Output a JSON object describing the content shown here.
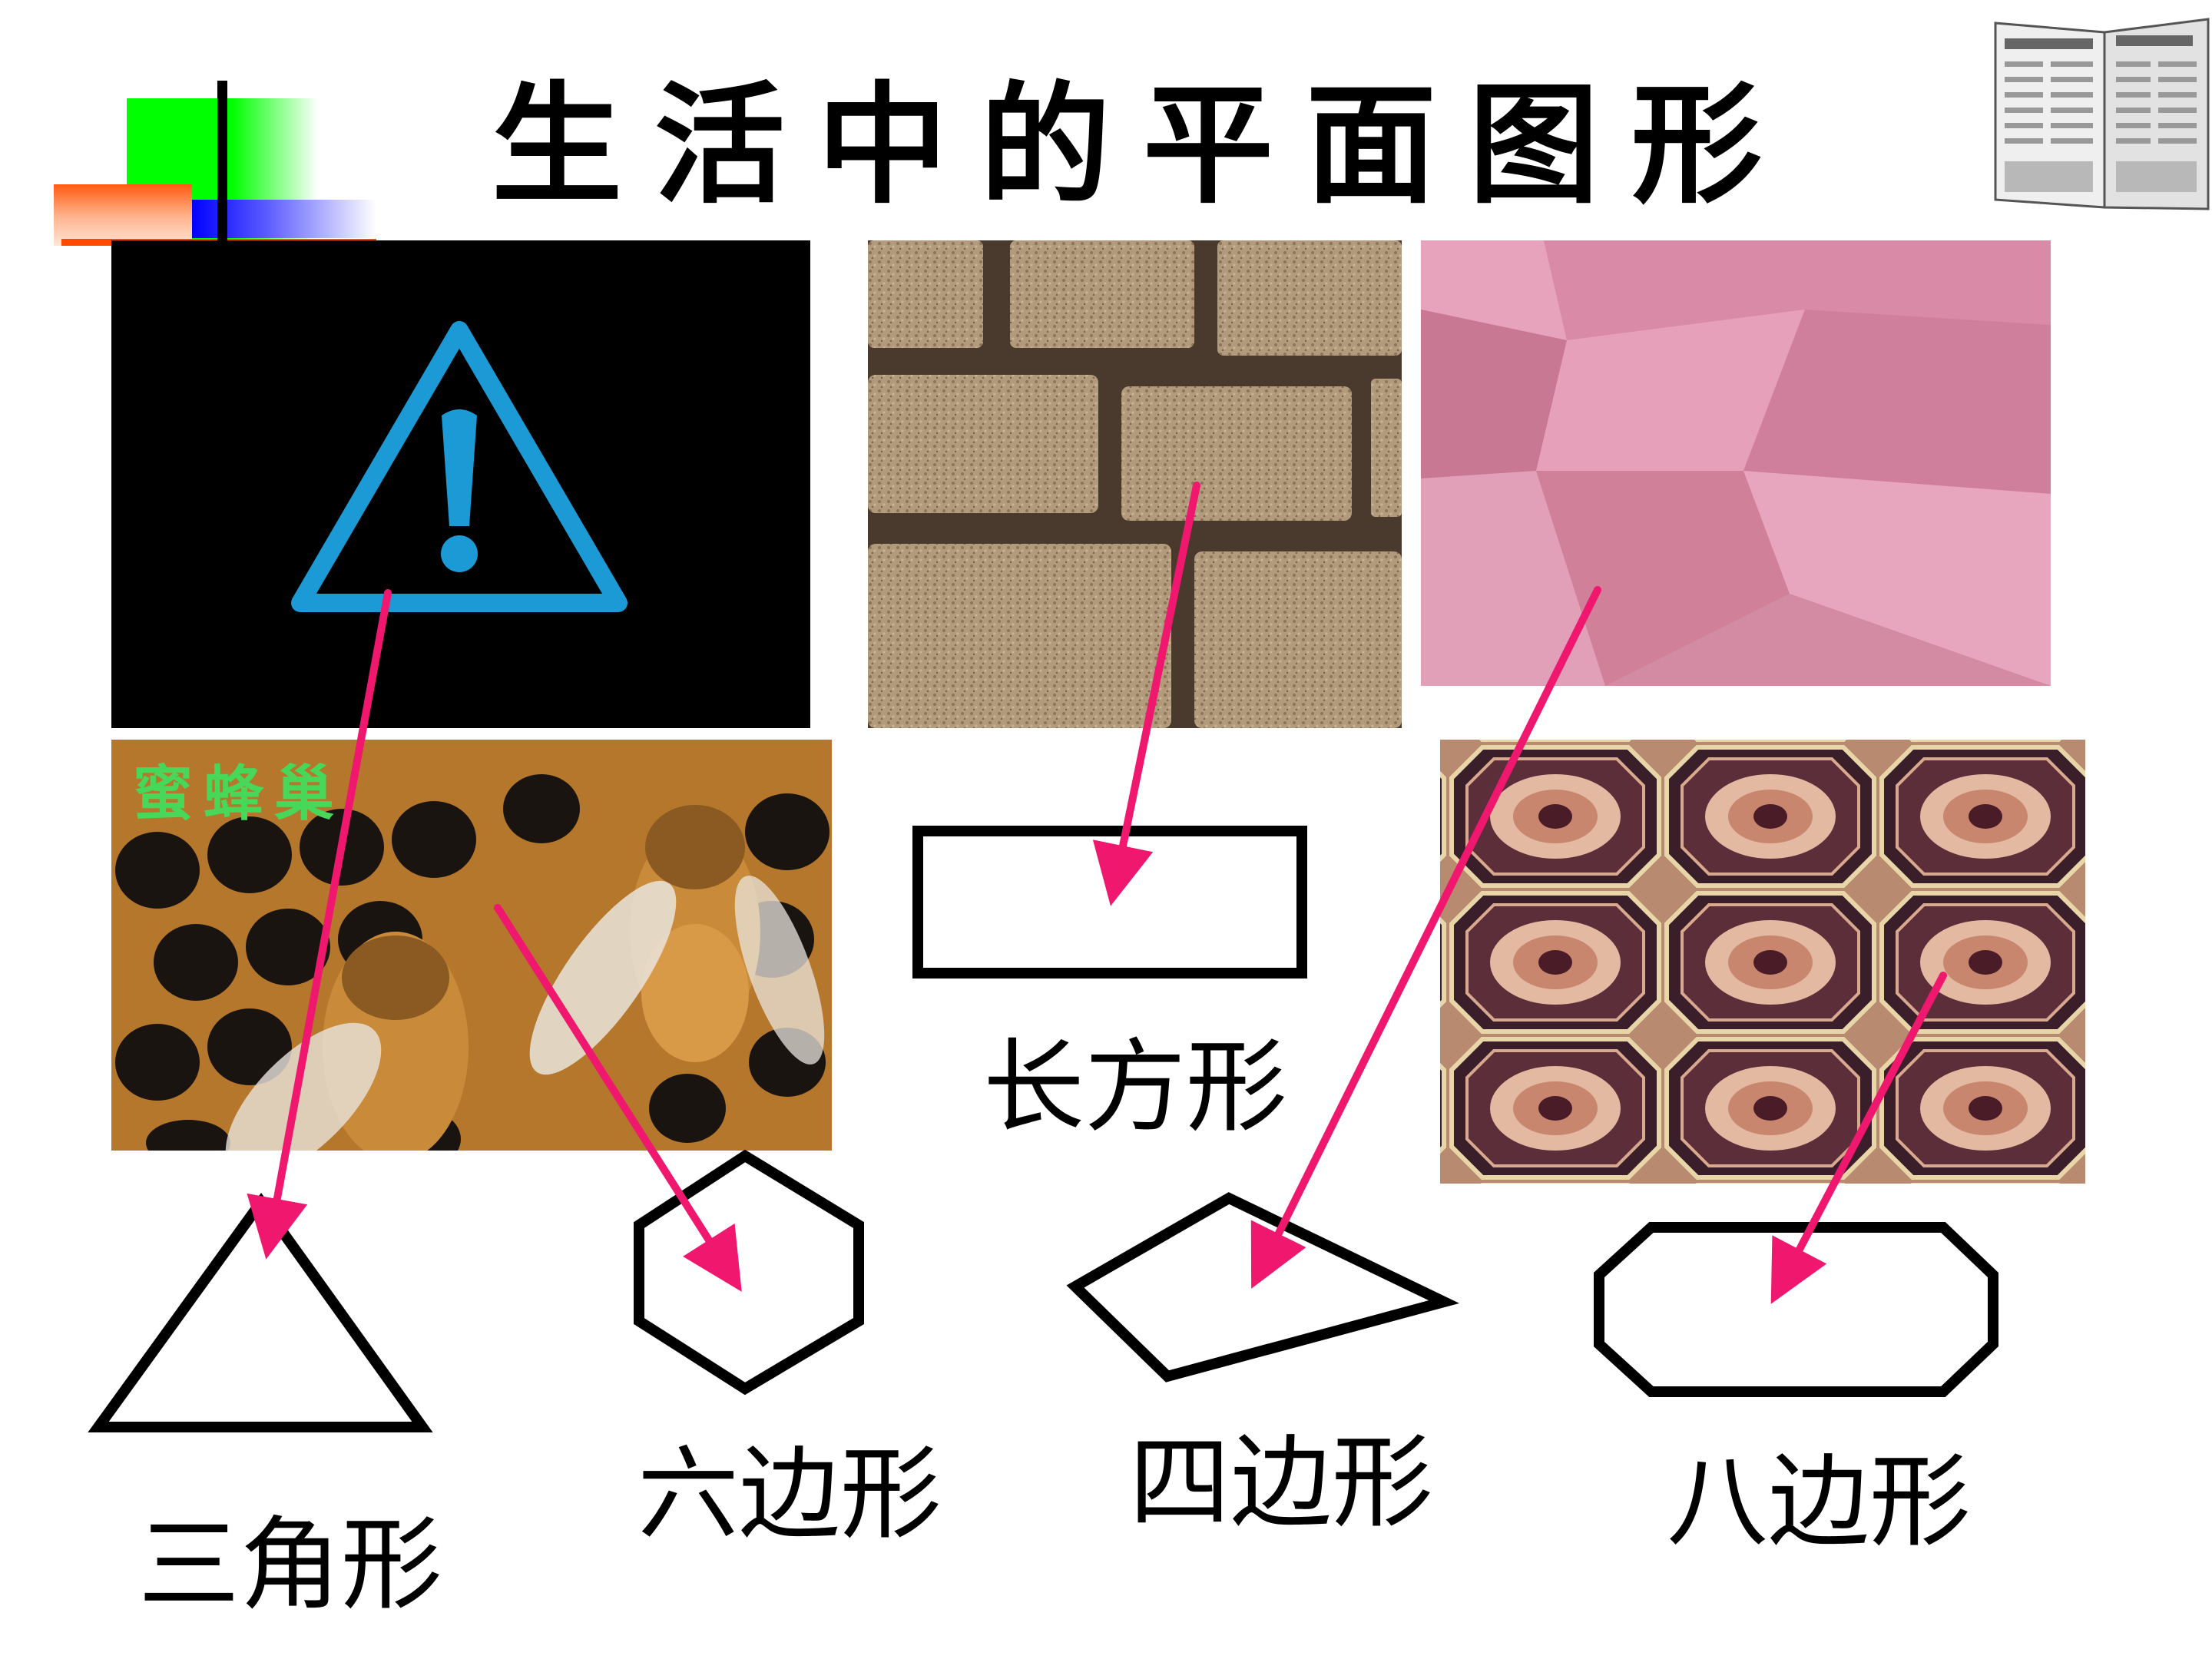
{
  "title": "生活中的平面图形",
  "photos": {
    "warning_sign": "warning-sign-photo",
    "brick_wall": "brick-wall-photo",
    "pink_tiles": "pink-tiles-photo",
    "honeycomb": {
      "caption": "蜜蜂巢"
    },
    "carpet": "octagon-carpet-photo"
  },
  "labels": {
    "rectangle": "长方形",
    "triangle": "三角形",
    "hexagon": "六边形",
    "quadrilateral": "四边形",
    "octagon": "八边形"
  },
  "colors": {
    "arrow": "#f0186e",
    "warning_blue": "#1b9ad6",
    "green": "#00ff00",
    "blue": "#0000ff",
    "orange": "#ff4a00"
  }
}
